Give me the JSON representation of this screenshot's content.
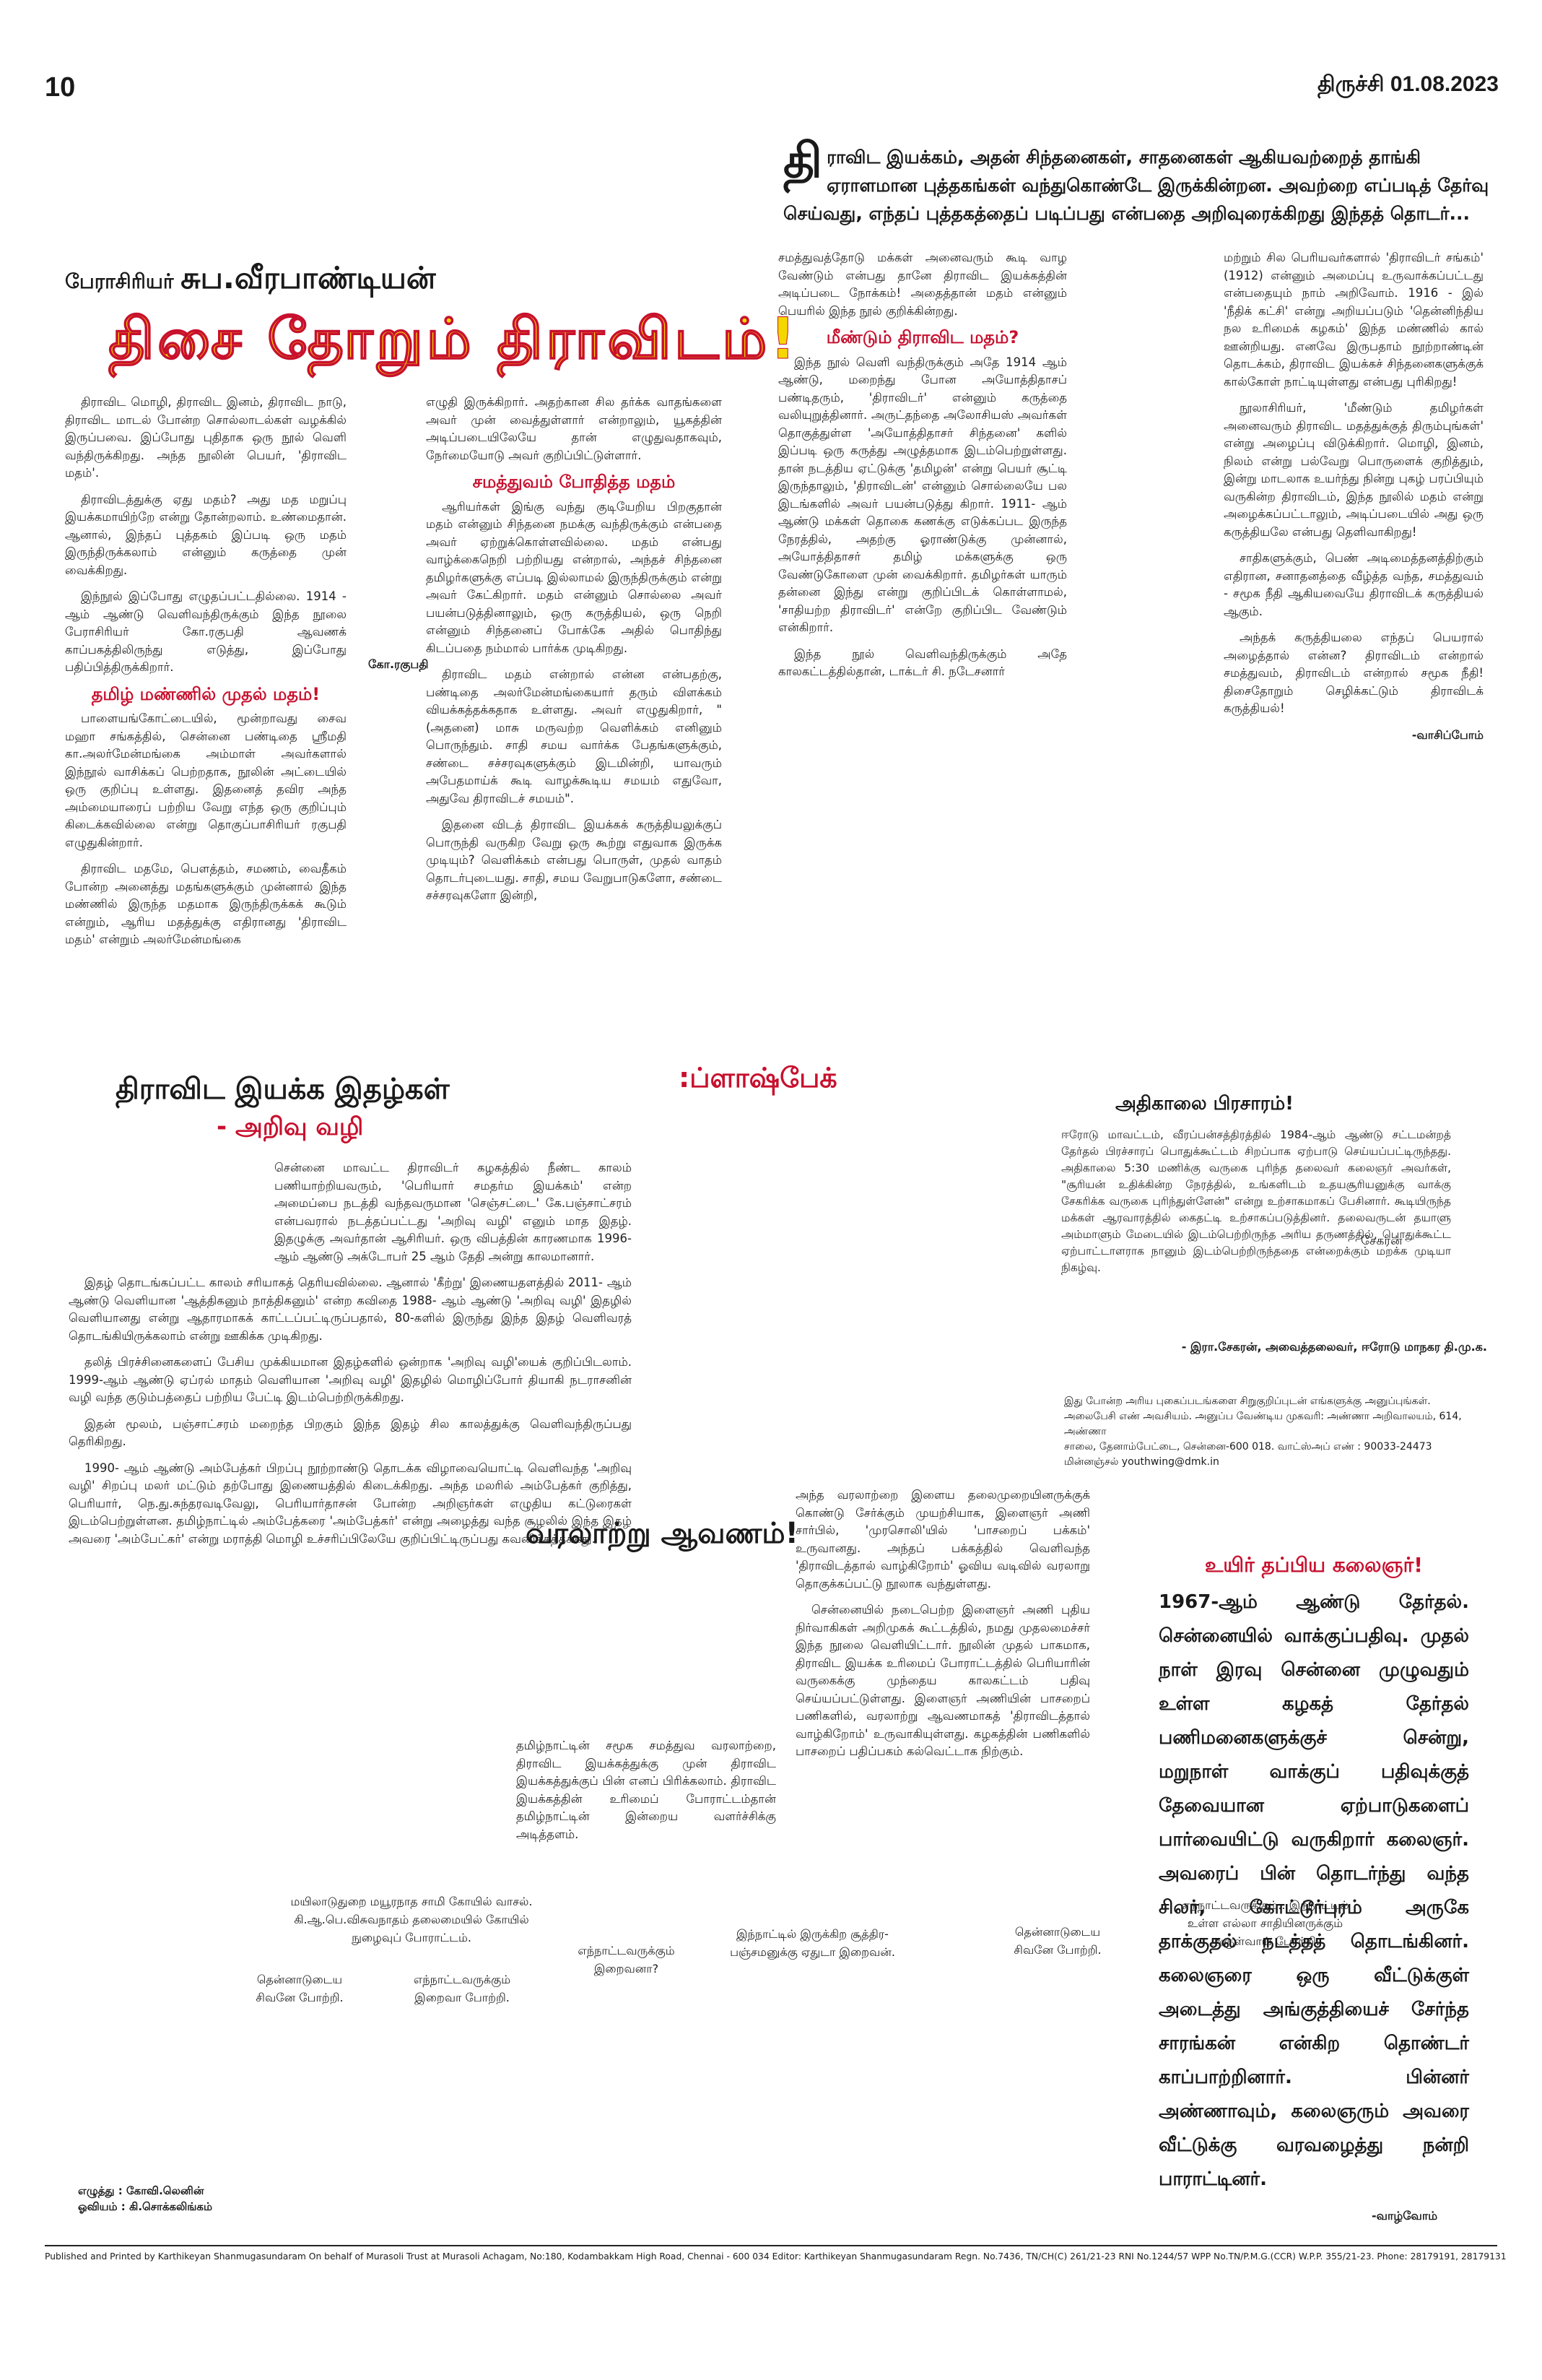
{
  "header": {
    "page_number": "10",
    "edition_date": "திருச்சி   01.08.2023"
  },
  "intro": {
    "first_letter": "தி",
    "text": "ராவிட இயக்கம், அதன் சிந்தனைகள், சாதனைகள் ஆகியவற்றைத் தாங்கி ஏராளமான புத்தகங்கள் வந்துகொண்டே இருக்கின்றன. அவற்றை எப்படித் தேர்வு செய்வது, எந்தப் புத்தகத்தைப் படிப்பது என்பதை அறிவுரைக்கிறது இந்தத் தொடர்..."
  },
  "feature": {
    "byline_prefix": "பேராசிரியர் ",
    "byline_name": "சுப.வீரபாண்டியன்",
    "title": "திசை தோறும் திராவிடம்!",
    "author_tag": "கோ.ரகுபதி",
    "col1": [
      "திராவிட மொழி, திராவிட இனம், திராவிட நாடு, திராவிட மாடல் போன்ற சொல்லாடல்கள் வழக்கில் இருப்பவை. இப்போது புதிதாக ஒரு நூல் வெளி வந்திருக்கிறது. அந்த நூலின் பெயர், 'திராவிட மதம்'.",
      "திராவிடத்துக்கு ஏது மதம்? அது மத மறுப்பு இயக்கமாயிற்றே என்று தோன்றலாம். உண்மைதான். ஆனால், இந்தப் புத்தகம் இப்படி ஒரு மதம் இருந்திருக்கலாம் என்னும் கருத்தை முன் வைக்கிறது.",
      "இந்நூல் இப்போது எழுதப்பட்டதில்லை. 1914 - ஆம் ஆண்டு வெளிவந்திருக்கும் இந்த நூலை பேராசிரியர் கோ.ரகுபதி ஆவணக் காப்பகத்திலிருந்து எடுத்து, இப்போது பதிப்பித்திருக்கிறார்."
    ],
    "sub1": "தமிழ் மண்ணில் முதல் மதம்!",
    "col1b": [
      "பாளையங்கோட்டையில், மூன்றாவது சைவ மஹா சங்கத்தில், சென்னை பண்டிதை ஸ்ரீமதி கா.அலர்மேன்மங்கை அம்மாள் அவர்களால் இந்நூல் வாசிக்கப் பெற்றதாக, நூலின் அட்டையில் ஒரு குறிப்பு உள்ளது. இதனைத் தவிர அந்த அம்மையாரைப் பற்றிய வேறு எந்த ஒரு குறிப்பும் கிடைக்கவில்லை என்று தொகுப்பாசிரியர் ரகுபதி எழுதுகின்றார்.",
      "திராவிட மதமே, பௌத்தம், சமணம், வைதீகம் போன்ற அனைத்து மதங்களுக்கும் முன்னால் இந்த மண்ணில் இருந்த மதமாக இருந்திருக்கக் கூடும் என்றும், ஆரிய மதத்துக்கு எதிரானது 'திராவிட மதம்' என்றும் அலர்மேன்மங்கை"
    ],
    "col2a": "எழுதி இருக்கிறார். அதற்கான சில தர்க்க வாதங்களை அவர் முன் வைத்துள்ளார் என்றாலும், யூகத்தின் அடிப்படையிலேயே தான் எழுதுவதாகவும், நேர்மையோடு அவர் குறிப்பிட்டுள்ளார்.",
    "sub2": "சமத்துவம் போதித்த மதம்",
    "col2b": [
      "ஆரியர்கள் இங்கு வந்து குடியேறிய பிறகுதான் மதம் என்னும் சிந்தனை நமக்கு வந்திருக்கும் என்பதை அவர் ஏற்றுக்கொள்ளவில்லை. மதம் என்பது வாழ்க்கைநெறி பற்றியது என்றால், அந்தச் சிந்தனை தமிழர்களுக்கு எப்படி இல்லாமல் இருந்திருக்கும் என்று அவர் கேட்கிறார். மதம் என்னும் சொல்லை அவர் பயன்படுத்தினாலும், ஒரு கருத்தியல், ஒரு நெறி என்னும் சிந்தனைப் போக்கே அதில் பொதிந்து கிடப்பதை நம்மால் பார்க்க முடிகிறது.",
      "திராவிட மதம் என்றால் என்ன என்பதற்கு, பண்டிதை அலர்மேன்மங்கையார் தரும் விளக்கம் வியக்கத்தக்கதாக உள்ளது. அவர் எழுதுகிறார், \"(அதனை) மாசு மருவற்ற வெளிக்கம் எனினும் பொருந்தும். சாதி சமய வார்க்க பேதங்களுக்கும், சண்டை சச்சரவுகளுக்கும் இடமின்றி, யாவரும் அபேதமாய்க் கூடி வாழக்கூடிய சமயம் எதுவோ, அதுவே திராவிடச் சமயம்\".",
      "இதனை விடத் திராவிட இயக்கக் கருத்தியலுக்குப் பொருந்தி வருகிற வேறு ஒரு கூற்று எதுவாக இருக்க முடியும்? வெளிக்கம் என்பது பொருள், முதல் வாதம் தொடர்புடையது. சாதி, சமய வேறுபாடுகளோ, சண்டை சச்சரவுகளோ இன்றி,"
    ],
    "col3a": "சமத்துவத்தோடு மக்கள் அனைவரும் கூடி வாழ வேண்டும் என்பது தானே திராவிட இயக்கத்தின் அடிப்படை நோக்கம்! அதைத்தான் மதம் என்னும் பெயரில் இந்த நூல் குறிக்கின்றது.",
    "sub3": "மீண்டும் திராவிட மதம்?",
    "col3b": [
      "இந்த நூல் வெளி வந்திருக்கும் அதே 1914 ஆம் ஆண்டு, மறைந்து போன அயோத்திதாசப் பண்டிதரும், 'திராவிடர்' என்னும் கருத்தை வலியுறுத்தினார். அருட்தந்தை அலோசியஸ் அவர்கள் தொகுத்துள்ள 'அயோத்திதாசர் சிந்தனை' களில் இப்படி ஒரு கருத்து அழுத்தமாக இடம்பெற்றுள்ளது. தான் நடத்திய ஏட்டுக்கு 'தமிழன்' என்று பெயர் சூட்டி இருந்தாலும், 'திராவிடன்' என்னும் சொல்லையே பல இடங்களில் அவர் பயன்படுத்து கிறார். 1911- ஆம் ஆண்டு மக்கள் தொகை கணக்கு எடுக்கப்பட இருந்த நேரத்தில், அதற்கு ஓராண்டுக்கு முன்னால், அயோத்திதாசர் தமிழ் மக்களுக்கு ஒரு வேண்டுகோளை முன் வைக்கிறார். தமிழர்கள் யாரும் தன்னை இந்து என்று குறிப்பிடக் கொள்ளாமல், 'சாதியற்ற திராவிடர்' என்றே குறிப்பிட வேண்டும் என்கிறார்.",
      "இந்த நூல் வெளிவந்திருக்கும் அதே காலகட்டத்தில்தான், டாக்டர் சி. நடேசனார்"
    ],
    "col4": [
      "மற்றும் சில பெரியவர்களால் 'திராவிடர் சங்கம்' (1912) என்னும் அமைப்பு உருவாக்கப்பட்டது என்பதையும் நாம் அறிவோம். 1916 - இல் 'நீதிக் கட்சி' என்று அறியப்படும் 'தென்னிந்திய நல உரிமைக் கழகம்' இந்த மண்ணில் கால் ஊன்றியது. எனவே இருபதாம் நூற்றாண்டின் தொடக்கம், திராவிட இயக்கச் சிந்தனைகளுக்குக் கால்கோள் நாட்டியுள்ளது என்பது புரிகிறது!",
      "நூலாசிரியர், 'மீண்டும் தமிழர்கள் அனைவரும் திராவிட மதத்துக்குத் திரும்புங்கள்' என்று அழைப்பு விடுக்கிறார். மொழி, இனம், நிலம் என்று பல்வேறு பொருளைக் குறித்தும், இன்று மாடலாக உயர்ந்து நின்று புகழ் பரப்பியும் வருகின்ற திராவிடம், இந்த நூலில் மதம் என்று அழைக்கப்பட்டாலும், அடிப்படையில் அது ஒரு கருத்தியலே என்பது தெளிவாகிறது!",
      "சாதிகளுக்கும், பெண் அடிமைத்தனத்திற்கும் எதிரான, சனாதனத்தை வீழ்த்த வந்த, சமத்துவம் - சமூக நீதி ஆகியவையே திராவிடக் கருத்தியல் ஆகும்.",
      "அந்தக் கருத்தியலை எந்தப் பெயரால் அழைத்தால் என்ன? திராவிடம் என்றால் சமத்துவம், திராவிடம் என்றால் சமூக நீதி! திசைதோறும் செழிக்கட்டும் திராவிடக் கருத்தியல்!"
    ],
    "sign": "-வாசிப்போம்"
  },
  "magazine": {
    "title": "திராவிட இயக்க இதழ்கள்",
    "subtitle": "- அறிவு வழி",
    "paras": [
      "சென்னை மாவட்ட திராவிடர் கழகத்தில் நீண்ட காலம் பணியாற்றியவரும், 'பெரியார் சமதர்ம இயக்கம்' என்ற அமைப்பை நடத்தி வந்தவருமான 'செஞ்சட்டை' கே.பஞ்சாட்சரம் என்பவரால் நடத்தப்பட்டது 'அறிவு வழி' எனும் மாத இதழ். இதழுக்கு அவர்தான் ஆசிரியர். ஒரு விபத்தின் காரணமாக 1996- ஆம் ஆண்டு அக்டோபர் 25 ஆம் தேதி அன்று காலமானார்.",
      "இதழ் தொடங்கப்பட்ட காலம் சரியாகத் தெரியவில்லை. ஆனால் 'கீற்று' இணையதளத்தில் 2011- ஆம் ஆண்டு வெளியான 'ஆத்திகனும் நாத்திகனும்' என்ற கவிதை 1988- ஆம் ஆண்டு 'அறிவு வழி' இதழில் வெளியானது என்று ஆதாரமாகக் காட்டப்பட்டிருப்பதால், 80-களில் இருந்து இந்த இதழ் வெளிவரத் தொடங்கியிருக்கலாம் என்று ஊகிக்க முடிகிறது.",
      "தலித் பிரச்சினைகளைப் பேசிய முக்கியமான இதழ்களில் ஒன்றாக 'அறிவு வழி'யைக் குறிப்பிடலாம். 1999-ஆம் ஆண்டு ஏப்ரல் மாதம் வெளியான 'அறிவு வழி' இதழில் மொழிப்போர் தியாகி நடராசனின் வழி வந்த குடும்பத்தைப் பற்றிய பேட்டி இடம்பெற்றிருக்கிறது.",
      "இதன் மூலம், பஞ்சாட்சரம் மறைந்த பிறகும் இந்த இதழ் சில காலத்துக்கு வெளிவந்திருப்பது தெரிகிறது.",
      "1990- ஆம் ஆண்டு அம்பேத்கர் பிறப்பு நூற்றாண்டு தொடக்க விழாவையொட்டி வெளிவந்த 'அறிவு வழி' சிறப்பு மலர் மட்டும் தற்போது இணையத்தில் கிடைக்கிறது. அந்த மலரில் அம்பேத்கர் குறித்து, பெரியார், நெ.து.சுந்தரவடிவேலு, பெரியார்தாசன் போன்ற அறிஞர்கள் எழுதிய கட்டுரைகள் இடம்பெற்றுள்ளன. தமிழ்நாட்டில் அம்பேத்கரை 'அம்பேத்கர்' என்று அழைத்து வந்த சூழலில் இந்த இதழ் அவரை 'அம்பேட்கர்' என்று மராத்தி மொழி உச்சரிப்பிலேயே குறிப்பிட்டிருப்பது கவனிக்கத்தக்கது."
    ]
  },
  "flashback": {
    "title": ":ப்ளாஷ்பேக்"
  },
  "morning": {
    "title": "அதிகாலை பிரசாரம்!",
    "body": "ஈரோடு மாவட்டம், வீரப்பன்சத்திரத்தில் 1984-ஆம் ஆண்டு சட்டமன்றத் தேர்தல் பிரச்சாரப் பொதுக்கூட்டம் சிறப்பாக ஏற்பாடு செய்யப்பட்டிருந்தது. அதிகாலை 5:30 மணிக்கு வருகை புரிந்த தலைவர் கலைஞர் அவர்கள், \"சூரியன் உதிக்கின்ற நேரத்தில், உங்களிடம் உதயசூரியனுக்கு வாக்கு சேகரிக்க வருகை புரிந்துள்ளேன்\" என்று உற்சாகமாகப் பேசினார். கூடியிருந்த மக்கள் ஆரவாரத்தில் கைதட்டி உற்சாகப்படுத்தினர். தலைவருடன் தயாளு அம்மாளும் மேடையில் இடம்பெற்றிருந்த அரிய தருணத்தில், பொதுக்கூட்ட ஏற்பாட்டாளராக நானும் இடம்பெற்றிருந்ததை என்றைக்கும் மறக்க முடியா நிகழ்வு.",
    "photo_caption": "சேகரன்",
    "sign": "- இரா.சேகரன், அவைத்தலைவர், ஈரோடு மாநகர தி.மு.க.",
    "promo": [
      "இது போன்ற அரிய புகைப்படங்களை சிறுகுறிப்புடன் எங்களுக்கு அனுப்புங்கள்.",
      "அலைபேசி எண் அவசியம். அனுப்ப வேண்டிய முகவரி: அண்ணா அறிவாலயம், 614, அண்ணா",
      "சாலை, தேனாம்பேட்டை, சென்னை-600 018. வாட்ஸ்அப் எண் : 90033-24473",
      "மின்னஞ்சல் youthwing@dmk.in"
    ]
  },
  "history": {
    "title": "வரலாற்று ஆவணம்!",
    "left_text": "தமிழ்நாட்டின் சமூக சமத்துவ வரலாற்றை, திராவிட இயக்கத்துக்கு முன் திராவிட இயக்கத்துக்குப் பின் எனப் பிரிக்கலாம். திராவிட இயக்கத்தின் உரிமைப் போராட்டம்தான் தமிழ்நாட்டின் இன்றைய வளர்ச்சிக்கு அடித்தளம்.",
    "right_paras": [
      "அந்த வரலாற்றை இளைய தலைமுறையினருக்குக் கொண்டு சேர்க்கும் முயற்சியாக, இளைஞர் அணி சார்பில், 'முரசொலி'யில் 'பாசறைப் பக்கம்' உருவானது. அந்தப் பக்கத்தில் வெளிவந்த 'திராவிடத்தால் வாழ்கிறோம்' ஓவிய வடிவில் வரலாறு தொகுக்கப்பட்டு நூலாக வந்துள்ளது.",
      "சென்னையில் நடைபெற்ற இளைஞர் அணி புதிய நிர்வாகிகள் அறிமுகக் கூட்டத்தில், நமது முதலமைச்சர் இந்த நூலை வெளியிட்டார். நூலின் முதல் பாகமாக, திராவிட இயக்க உரிமைப் போராட்டத்தில் பெரியாரின் வருகைக்கு முந்தைய காலகட்டம் பதிவு செய்யப்பட்டுள்ளது. இளைஞர் அணியின் பாசறைப் பணிகளில், வரலாற்று ஆவணமாகத் 'திராவிடத்தால் வாழ்கிறோம்' உருவாகியுள்ளது. கழகத்தின் பணிகளில் பாசறைப் பதிப்பகம் கல்வெட்டாக நிற்கும்."
    ]
  },
  "uyir": {
    "title": "உயிர் தப்பிய கலைஞர்!",
    "body": "1967-ஆம் ஆண்டு தேர்தல். சென்னையில் வாக்குப்பதிவு. முதல் நாள் இரவு சென்னை முழுவதும் உள்ள கழகத் தேர்தல் பணிமனைகளுக்குச் சென்று, மறுநாள் வாக்குப் பதிவுக்குத் தேவையான ஏற்பாடுகளைப் பார்வையிட்டு வருகிறார் கலைஞர். அவரைப் பின் தொடர்ந்து வந்த சிலர், கோட்டூர்புரம் அருகே தாக்குதல் நடத்தத் தொடங்கினர். கலைஞரை ஒரு வீட்டுக்குள் அடைத்து அங்குத்தியைச் சேர்ந்த சாரங்கன் என்கிற தொண்டர் காப்பாற்றினார். பின்னர் அண்ணாவும், கலைஞரும் அவரை வீட்டுக்கு வரவழைத்து நன்றி பாராட்டினர்."
  },
  "comic": {
    "panels": [
      "மயிலாடுதுறை மயூரநாத சாமி கோயில் வாசல். கி.ஆ.பெ.விசுவநாதம் தலைமையில் கோயில் நுழைவுப் போராட்டம்.",
      "தென்னாடுடைய சிவனே போற்றி.",
      "எந்நாட்டவருக்கும் இறைவா போற்றி.",
      "எந்நாட்டவருக்கும் இறைவனா?",
      "இந்நாட்டில் இருக்கிற சூத்திர-பஞ்சமனுக்கு ஏதுடா இறைவன்.",
      "தென்னாடுடைய சிவனே போற்றி.",
      "எந்நாட்டவருக்கும்.. இந்நாட்டில் உள்ள எல்லா சாதியினருக்கும் அருள்வாய் போற்றி."
    ],
    "sign": "-வாழ்வோம்"
  },
  "credits": {
    "writer": "எழுத்து : கோவி.லெனின்",
    "artist": "ஓவியம் : கி.சொக்கலிங்கம்"
  },
  "imprint": "Published and Printed by Karthikeyan Shanmugasundaram On behalf of Murasoli Trust at Murasoli Achagam, No:180, Kodambakkam High Road, Chennai - 600 034 Editor: Karthikeyan Shanmugasundaram Regn. No.7436, TN/CH(C) 261/21-23 RNI No.1244/57 WPP No.TN/P.M.G.(CCR) W.P.P. 355/21-23. Phone: 28179191, 28179131"
}
